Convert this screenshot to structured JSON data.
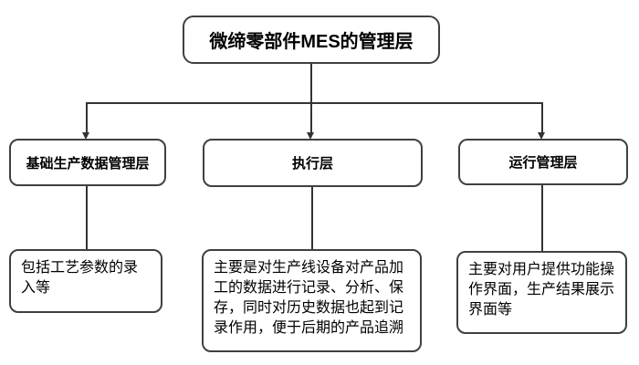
{
  "diagram": {
    "title": "微缔零部件MES的管理层",
    "layers": [
      {
        "label": "基础生产数据管理层",
        "description": "包括工艺参数的录入等"
      },
      {
        "label": "执行层",
        "description": "主要是对生产线设备对产品加工的数据进行记录、分析、保存，同时对历史数据也起到记录作用，便于后期的产品追溯"
      },
      {
        "label": "运行管理层",
        "description": "主要对用户提供功能操作界面，生产结果展示界面等"
      }
    ],
    "colors": {
      "node_border": "#404040",
      "connector_line": "#333333",
      "node_background": "#ffffff",
      "text": "#000000"
    }
  }
}
